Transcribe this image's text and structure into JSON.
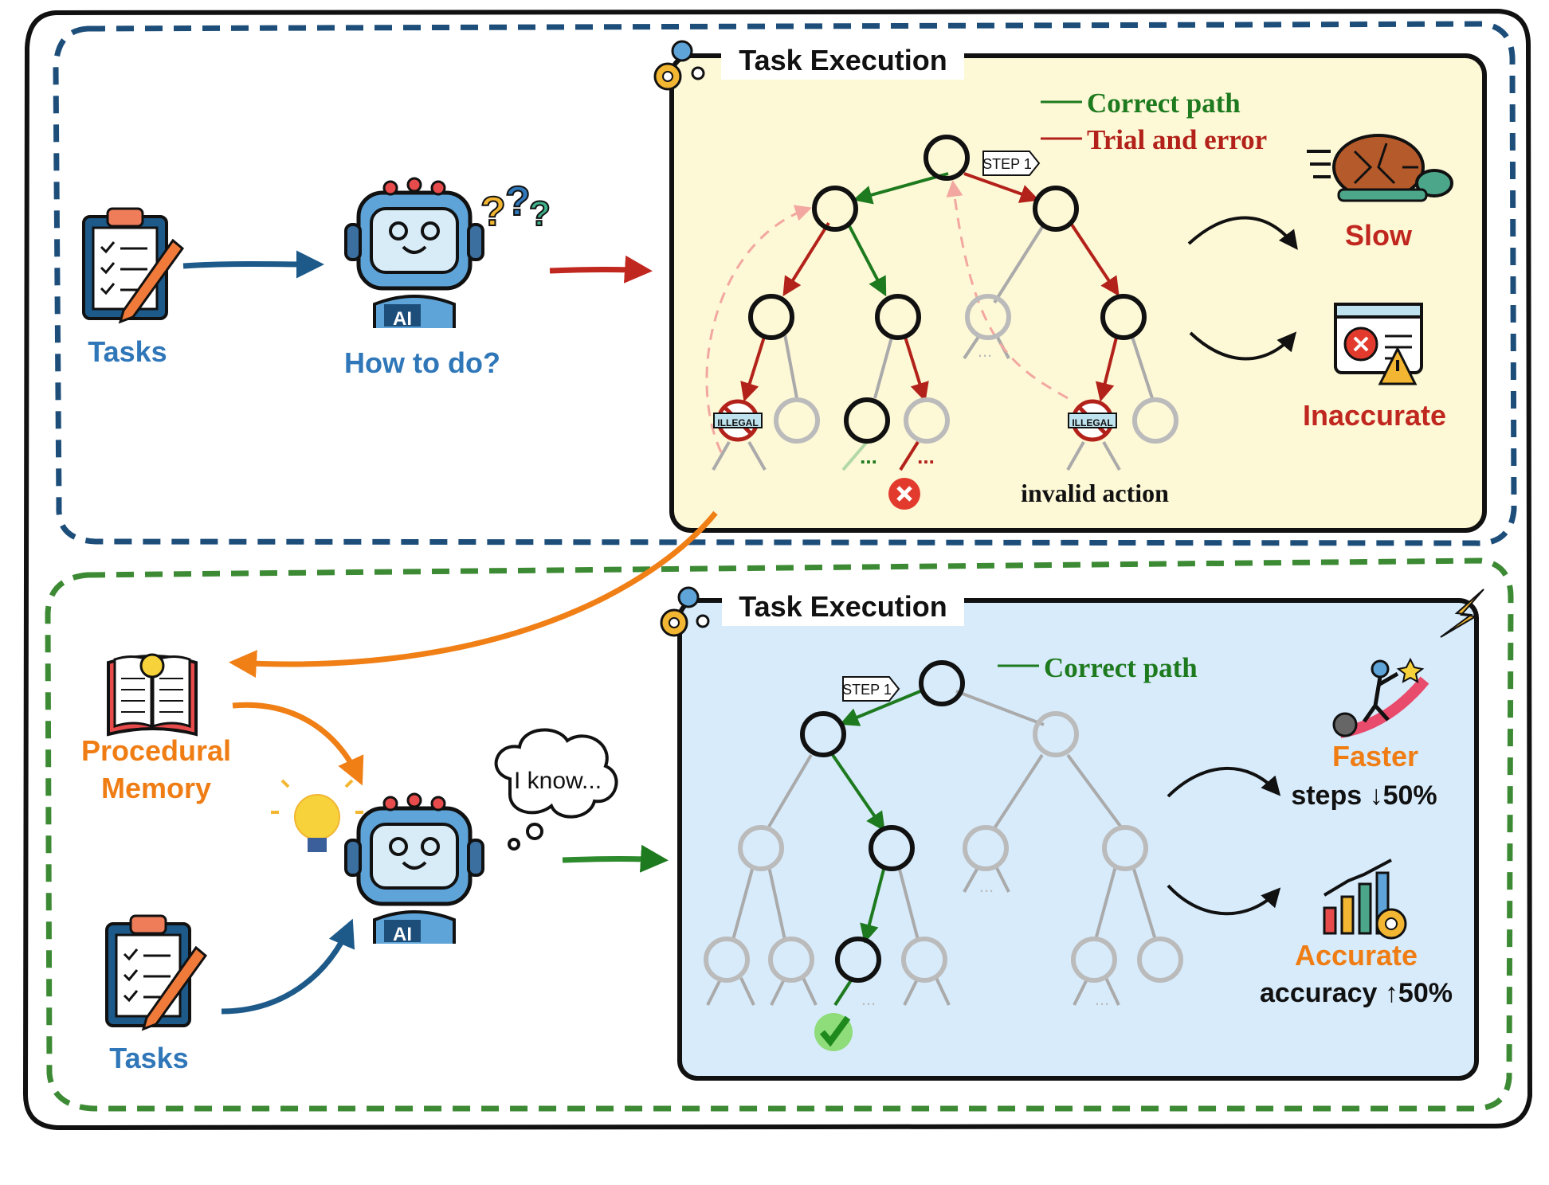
{
  "top_panel": {
    "tasks_label": "Tasks",
    "question_label": "How to do?",
    "execution_title": "Task Execution",
    "legend_correct": "Correct path",
    "legend_trial": "Trial and error",
    "step_tag": "STEP 1",
    "illegal_tag": "ILLEGAL",
    "invalid_action_label": "invalid action",
    "ai_badge": "AI",
    "ellipsis": "...",
    "outcome_slow": "Slow",
    "outcome_inaccurate": "Inaccurate"
  },
  "bottom_panel": {
    "memory_label_line1": "Procedural",
    "memory_label_line2": "Memory",
    "tasks_label": "Tasks",
    "thought_bubble": "I know...",
    "ai_badge": "AI",
    "execution_title": "Task Execution",
    "legend_correct": "Correct path",
    "step_tag": "STEP 1",
    "ellipsis": "...",
    "faster_label": "Faster",
    "faster_metric": "steps ↓50%",
    "accurate_label": "Accurate",
    "accurate_metric": "accuracy ↑50%"
  },
  "colors": {
    "correct_path": "#1e7a1e",
    "trial_path": "#b3221a",
    "top_panel_fill": "#fdf8d6",
    "bottom_panel_fill": "#d7ebfb",
    "top_border": "#1d4e7a",
    "bottom_border": "#3d8a34",
    "memory_arrow": "#f07f16",
    "label_blue": "#2f77b8",
    "label_orange": "#ef7d14",
    "label_red": "#c0271f"
  },
  "icons": [
    "clipboard-icon",
    "robot-icon",
    "question-marks-icon",
    "gears-icon",
    "turtle-icon",
    "error-window-icon",
    "book-icon",
    "lightbulb-icon",
    "runner-icon",
    "growth-chart-icon",
    "checkmark-icon",
    "cross-icon",
    "lightning-icon"
  ]
}
